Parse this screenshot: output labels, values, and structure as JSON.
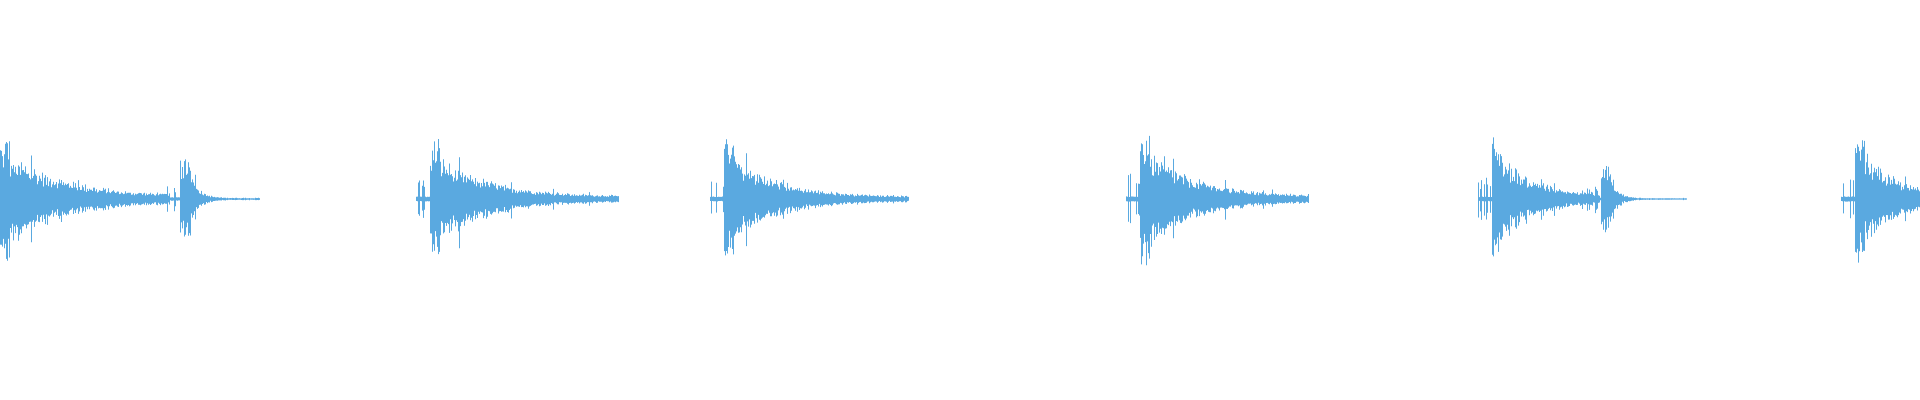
{
  "waveform": {
    "color": "#5aa9e0",
    "background": "#ffffff",
    "duration_fraction_visible": 1.0,
    "events": [
      {
        "onset": 0.0,
        "peak": 0.94,
        "decay": 0.085,
        "sustain": 0.045,
        "end": 0.088
      },
      {
        "onset": 0.094,
        "peak": 0.62,
        "decay": 0.012,
        "sustain": 0.03,
        "end": 0.135
      },
      {
        "onset": 0.224,
        "peak": 0.88,
        "decay": 0.08,
        "sustain": 0.04,
        "end": 0.322
      },
      {
        "onset": 0.377,
        "peak": 0.9,
        "decay": 0.07,
        "sustain": 0.04,
        "end": 0.473
      },
      {
        "onset": 0.594,
        "peak": 0.96,
        "decay": 0.075,
        "sustain": 0.04,
        "end": 0.681
      },
      {
        "onset": 0.777,
        "peak": 0.9,
        "decay": 0.055,
        "sustain": 0.035,
        "end": 0.833
      },
      {
        "onset": 0.834,
        "peak": 0.55,
        "decay": 0.01,
        "sustain": 0.025,
        "end": 0.878
      },
      {
        "onset": 0.966,
        "peak": 0.96,
        "decay": 0.05,
        "sustain": 0.05,
        "end": 1.0
      }
    ]
  }
}
